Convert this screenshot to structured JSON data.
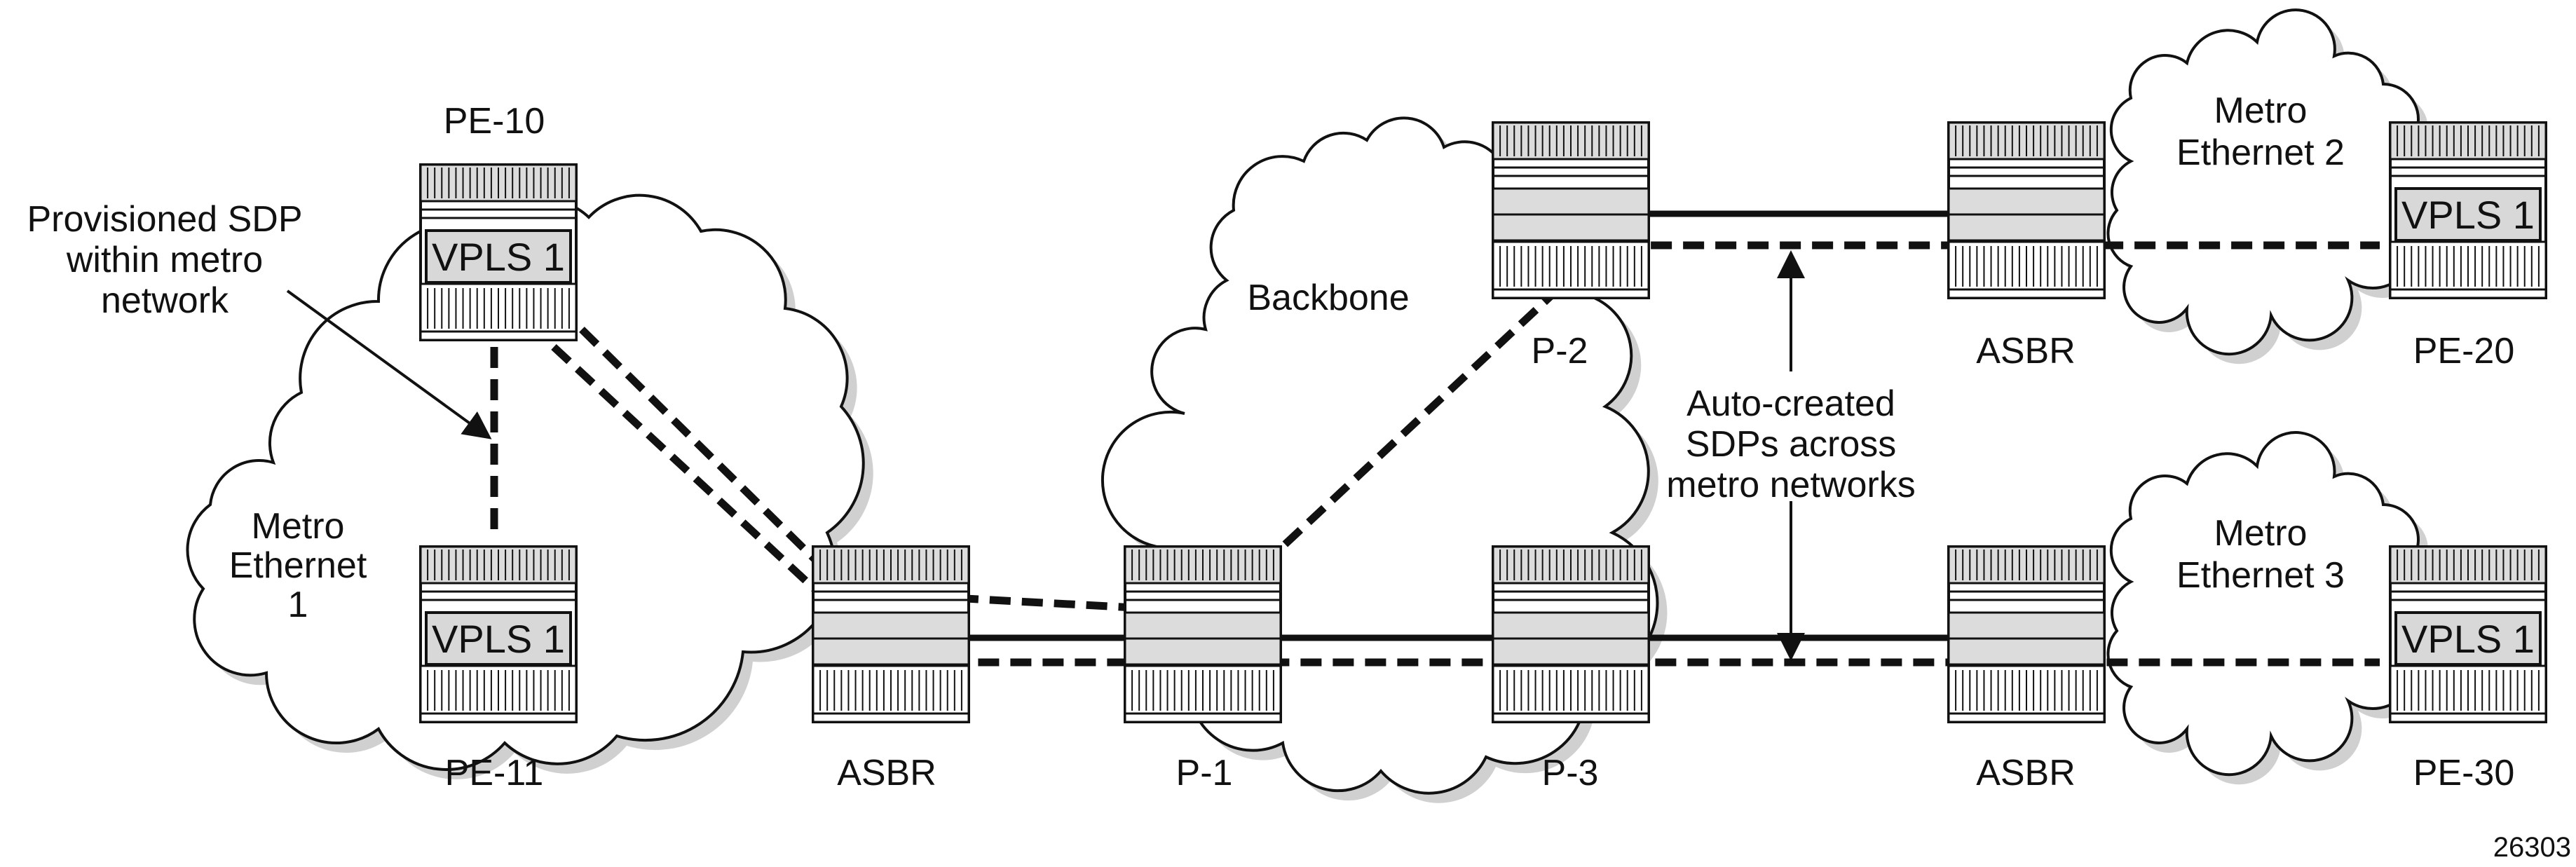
{
  "colors": {
    "line": "#111111",
    "cloud_shadow": "#d0d0d0",
    "router_panel": "#dcdcdc",
    "vpls_fill": "#d8d8d8"
  },
  "clouds": {
    "metro1": "Metro\nEthernet\n1",
    "backbone": "Backbone",
    "metro2": "Metro\nEthernet 2",
    "metro3": "Metro\nEthernet 3"
  },
  "nodes": {
    "pe10": {
      "label": "PE-10",
      "service": "VPLS 1"
    },
    "pe11": {
      "label": "PE-11",
      "service": "VPLS 1"
    },
    "pe20": {
      "label": "PE-20",
      "service": "VPLS 1"
    },
    "pe30": {
      "label": "PE-30",
      "service": "VPLS 1"
    },
    "asbr1": {
      "label": "ASBR"
    },
    "asbr2": {
      "label": "ASBR"
    },
    "asbr3": {
      "label": "ASBR"
    },
    "p1": {
      "label": "P-1"
    },
    "p2": {
      "label": "P-2"
    },
    "p3": {
      "label": "P-3"
    }
  },
  "annotations": {
    "provisioned": "Provisioned SDP\nwithin metro\nnetwork",
    "autocreated": "Auto-created\nSDPs across\nmetro networks"
  },
  "figure_id": "26303"
}
